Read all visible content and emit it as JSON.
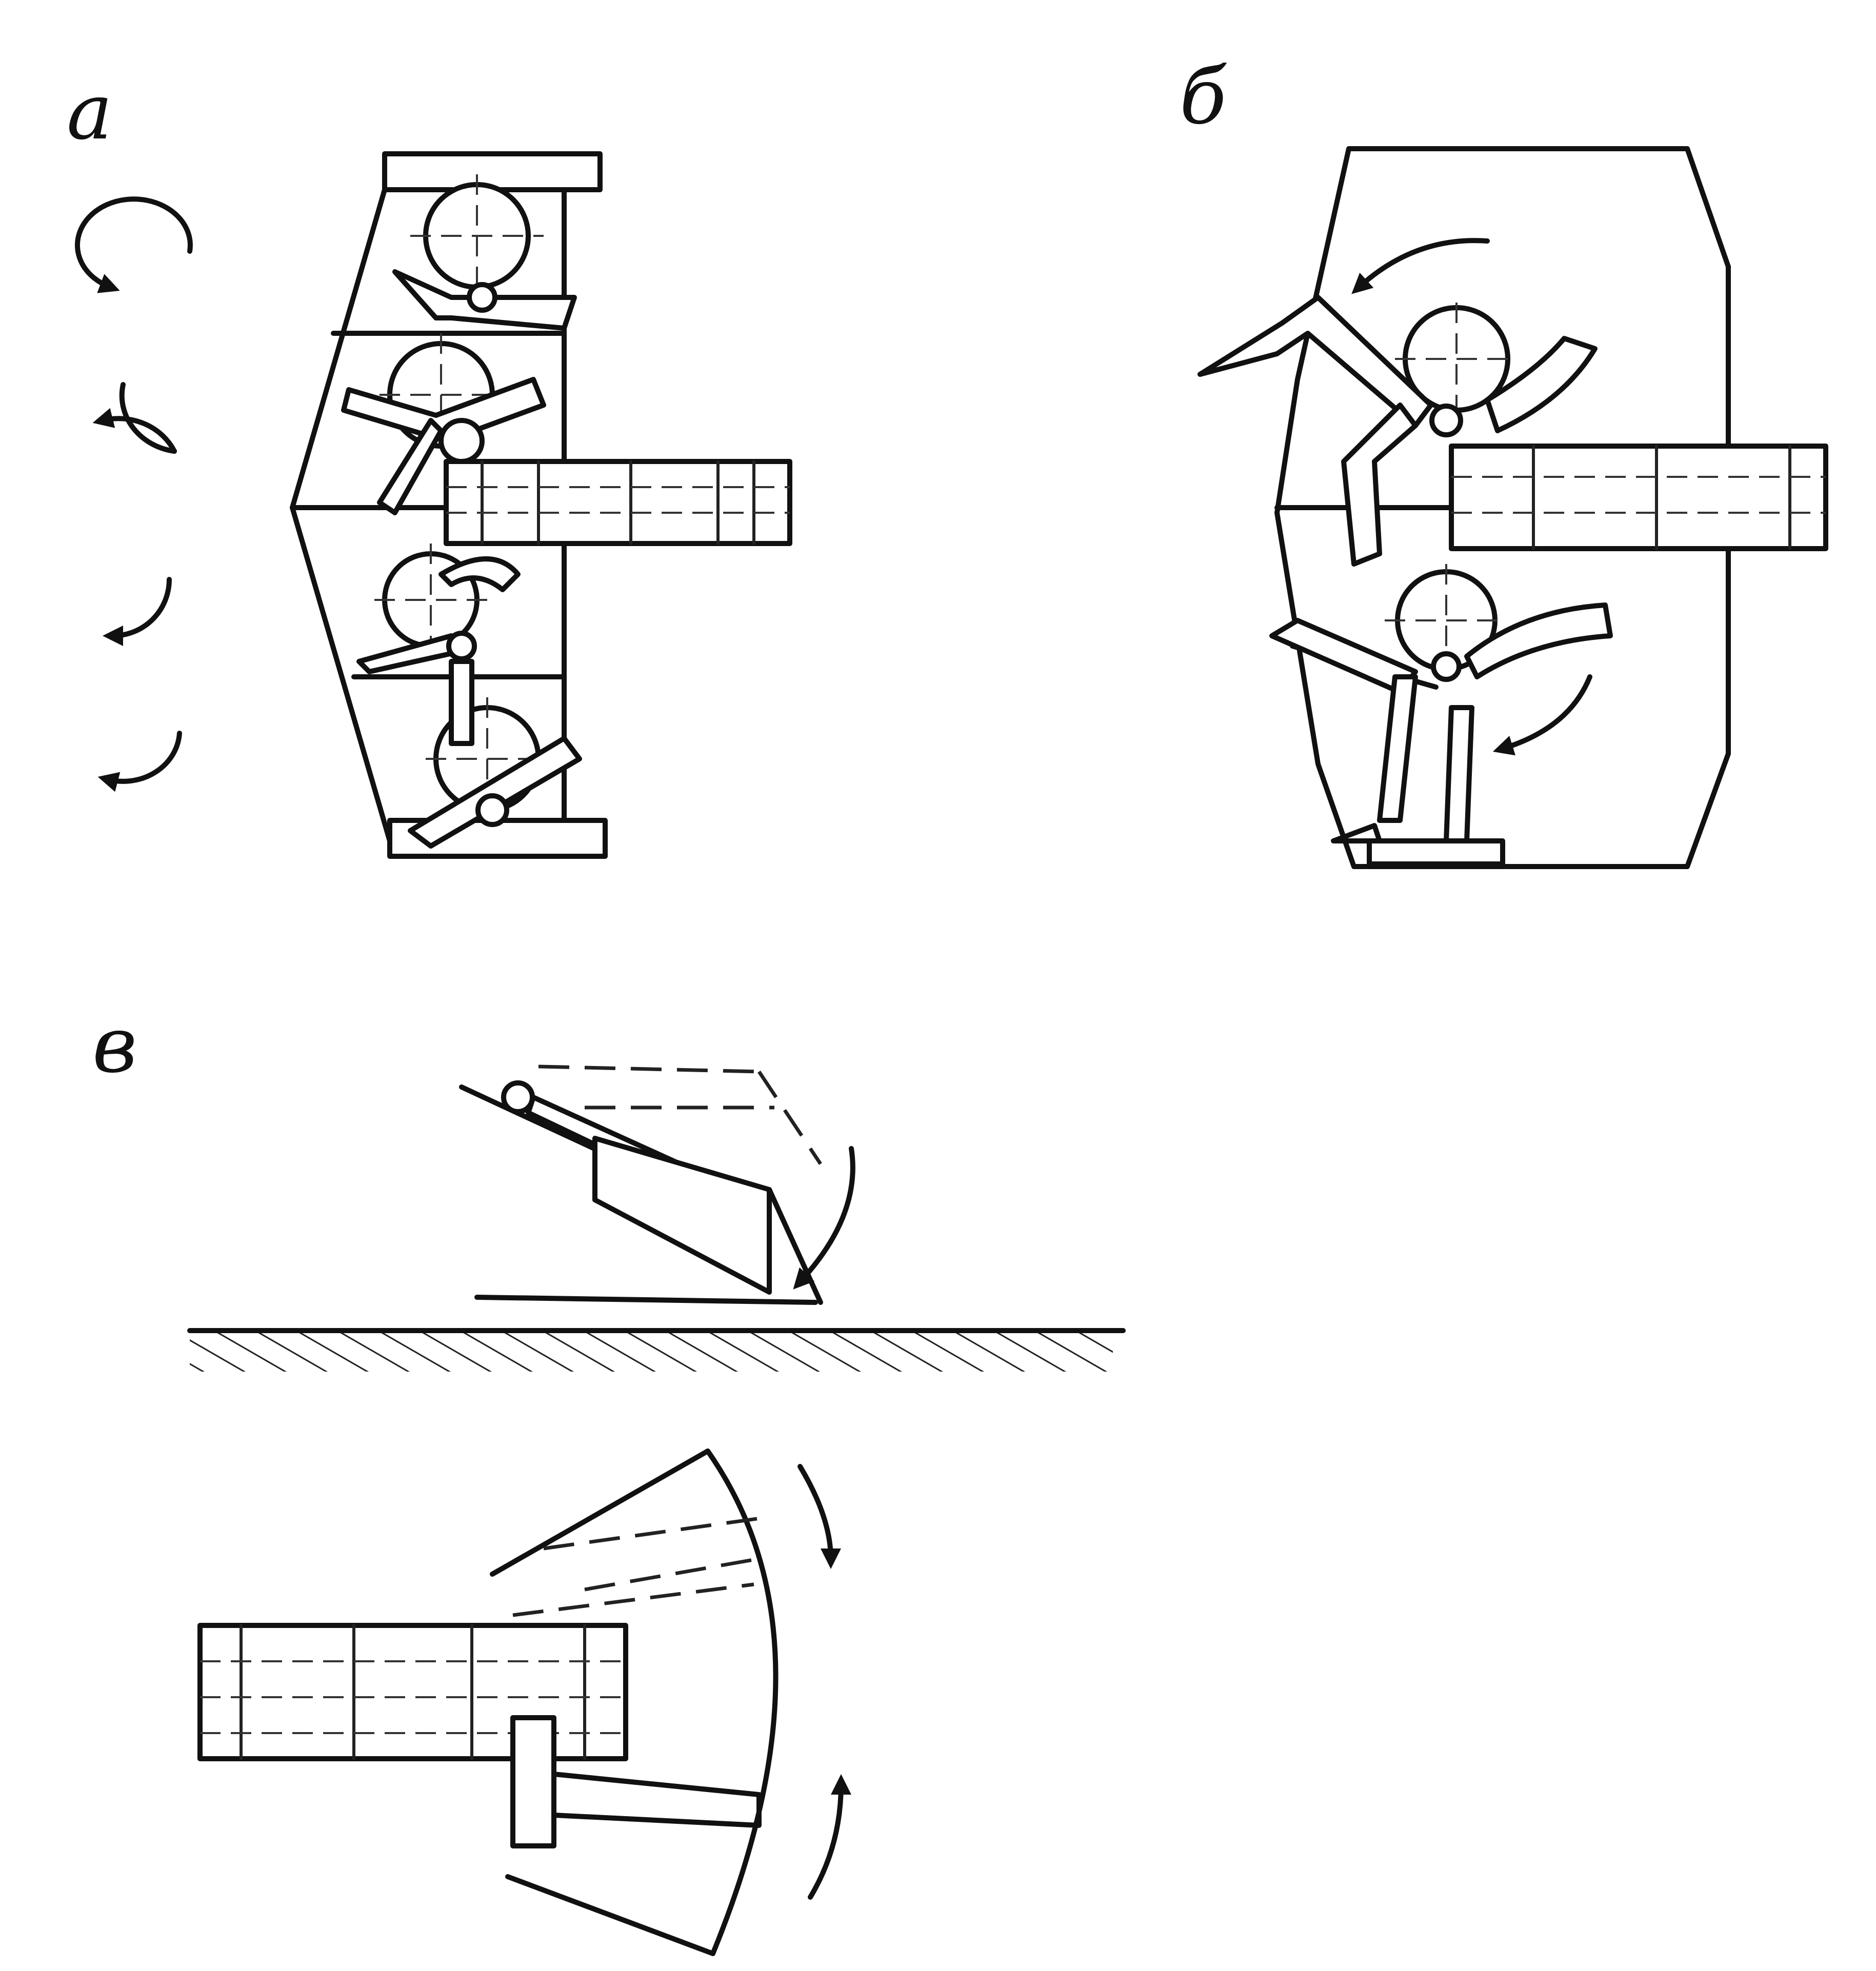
{
  "panels": [
    {
      "id": "a",
      "label": "а",
      "icon": "rotation-direction-arrows"
    },
    {
      "id": "b",
      "label": "б",
      "icon": "rotation-arrow"
    },
    {
      "id": "c",
      "label": "в",
      "icon": "swing-arrow"
    }
  ],
  "colors": {
    "ink": "#111111",
    "background": "#ffffff"
  }
}
